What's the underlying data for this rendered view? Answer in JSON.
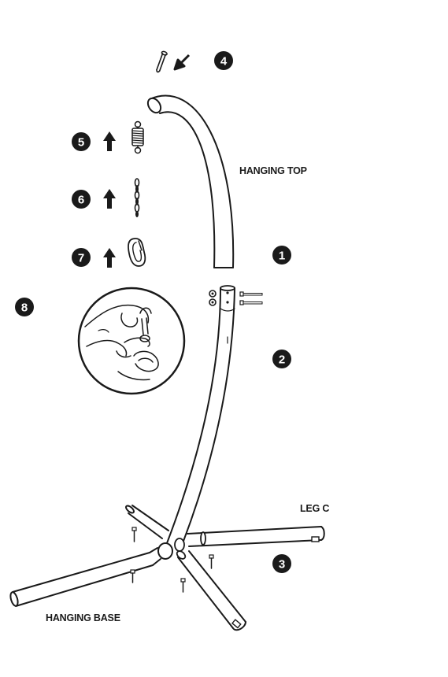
{
  "labels": {
    "hanging_top": "HANGING TOP",
    "leg_c": "LEG C",
    "hanging_base": "HANGING BASE"
  },
  "steps": [
    {
      "number": "1"
    },
    {
      "number": "2"
    },
    {
      "number": "3"
    },
    {
      "number": "4"
    },
    {
      "number": "5"
    },
    {
      "number": "6"
    },
    {
      "number": "7"
    },
    {
      "number": "8"
    }
  ],
  "colors": {
    "ink": "#1a1a1a",
    "badge": "#1a1a1a",
    "background": "#ffffff"
  }
}
